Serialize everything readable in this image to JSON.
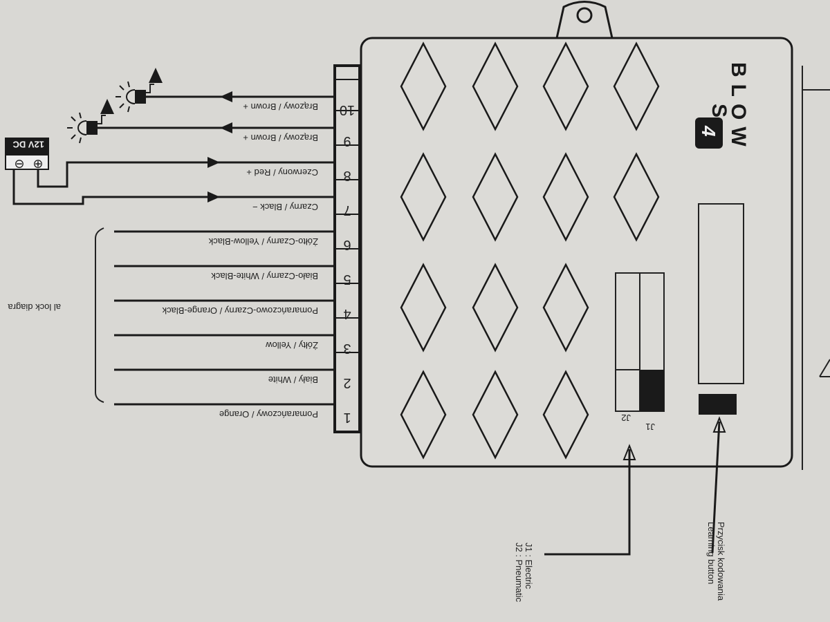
{
  "module": {
    "brand": "BLOW",
    "model_letter": "S",
    "model_number": "4",
    "jumpers": {
      "j1": "J1",
      "j2": "J2"
    }
  },
  "pins": [
    {
      "num": "1",
      "label": "Pomarańczowy / Orange"
    },
    {
      "num": "2",
      "label": "Biały / White"
    },
    {
      "num": "3",
      "label": "Żółty / Yellow"
    },
    {
      "num": "4",
      "label": "Pomarańczowo-Czarny / Orange-Black"
    },
    {
      "num": "5",
      "label": "Biało-Czarny / White-Black"
    },
    {
      "num": "6",
      "label": "Żółto-Czarny / Yellow-Black"
    },
    {
      "num": "7",
      "label": "Czarny / Black   −"
    },
    {
      "num": "8",
      "label": "Czerwony / Red  +"
    },
    {
      "num": "9",
      "label": "Brązowy / Brown +"
    },
    {
      "num": "10",
      "label": "Brązowy / Brown +"
    }
  ],
  "power": {
    "label": "12V DC",
    "minus": "⊖",
    "plus": "⊕"
  },
  "side_text": "al lock diagra",
  "notes": {
    "learning_pl": "Przycisk kodowania",
    "learning_en": "Learning button",
    "j1_desc": "J1 : Electric",
    "j2_desc": "J2 : Pneumatic"
  }
}
